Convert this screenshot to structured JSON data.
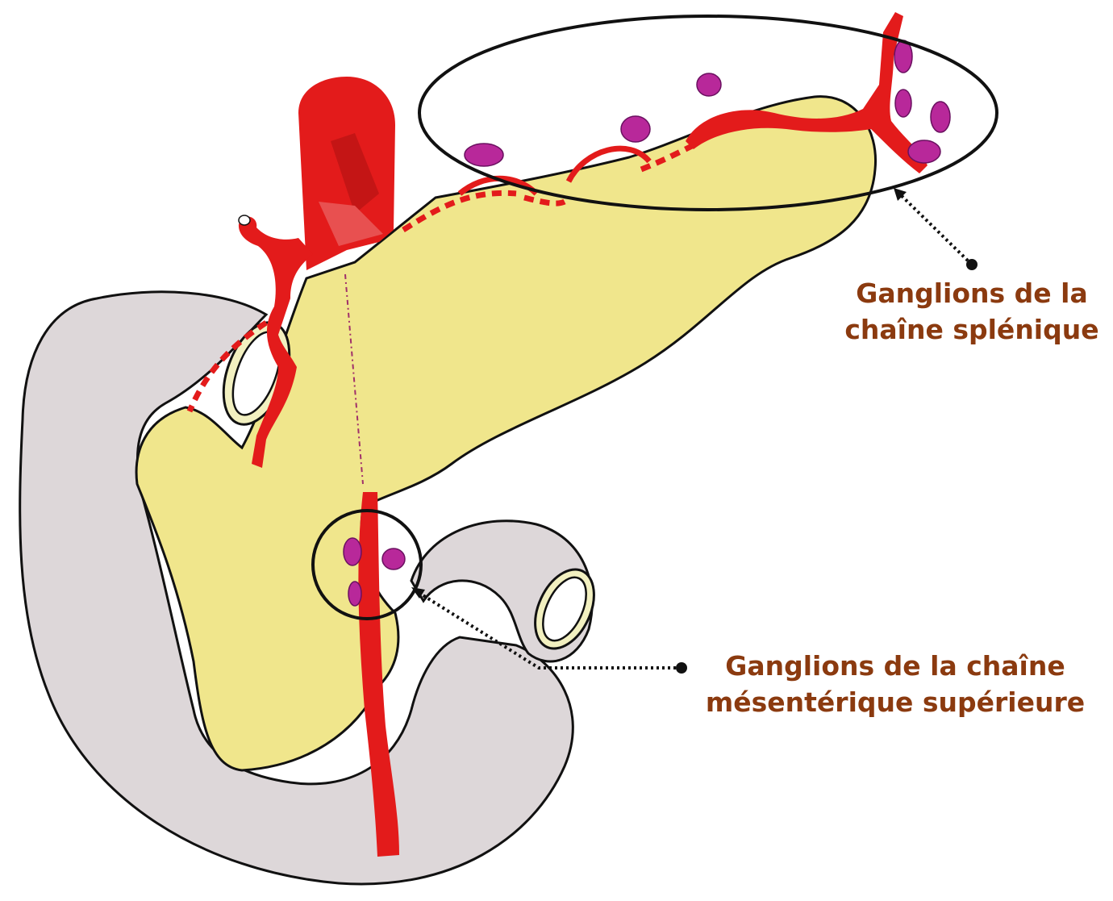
{
  "labels": {
    "splenic_line1": "Ganglions de la",
    "splenic_line2": "chaîne splénique",
    "mesenteric_line1": "Ganglions de la chaîne",
    "mesenteric_line2": "mésentérique supérieure"
  },
  "colors": {
    "label_text": "#8B3A0F",
    "pancreas": "#F0E68C",
    "duodenum": "#DDD7D9",
    "artery": "#E31B1B",
    "lymph_node": "#B8289A",
    "outline": "#111111"
  }
}
